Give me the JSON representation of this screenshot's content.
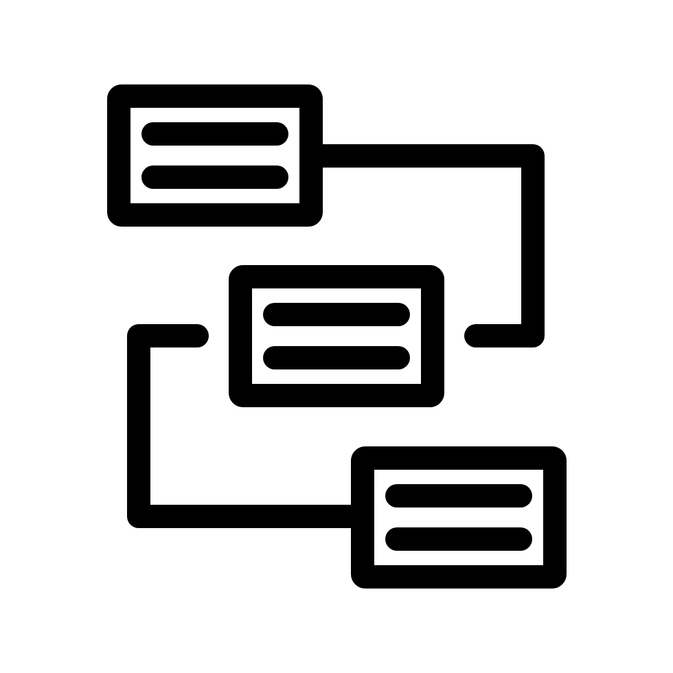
{
  "icon": {
    "name": "workflow-flowchart-icon",
    "style": "outline",
    "colors": {
      "stroke": "#000000",
      "background": "#ffffff"
    },
    "nodes": [
      {
        "name": "node-top",
        "lines": 2
      },
      {
        "name": "node-middle",
        "lines": 2
      },
      {
        "name": "node-bottom",
        "lines": 2
      }
    ],
    "connectors": [
      {
        "name": "connector-top-to-middle",
        "from": "node-top",
        "to": "node-middle"
      },
      {
        "name": "connector-middle-to-bottom",
        "from": "node-middle",
        "to": "node-bottom"
      }
    ]
  }
}
